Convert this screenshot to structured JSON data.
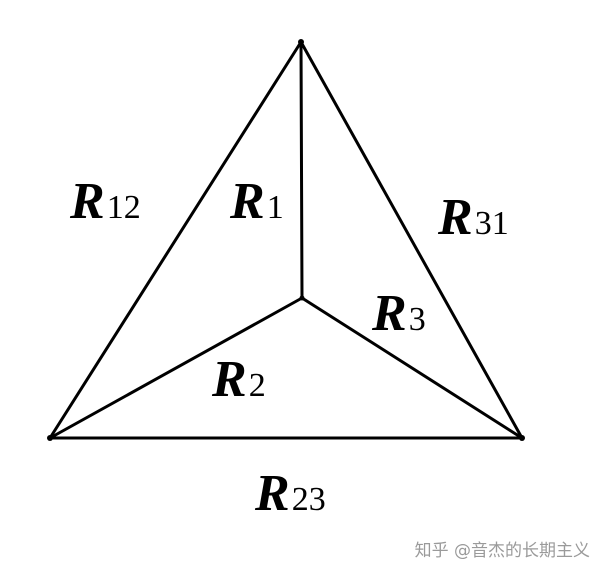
{
  "labels": {
    "r12": {
      "main": "R",
      "sub": "12"
    },
    "r1": {
      "main": "R",
      "sub": "1"
    },
    "r31": {
      "main": "R",
      "sub": "31"
    },
    "r3": {
      "main": "R",
      "sub": "3"
    },
    "r2": {
      "main": "R",
      "sub": "2"
    },
    "r23": {
      "main": "R",
      "sub": "23"
    }
  },
  "watermark": "知乎 @音杰的长期主义",
  "colors": {
    "line": "#000000",
    "background": "#ffffff",
    "watermark": "#9a9a9a"
  }
}
